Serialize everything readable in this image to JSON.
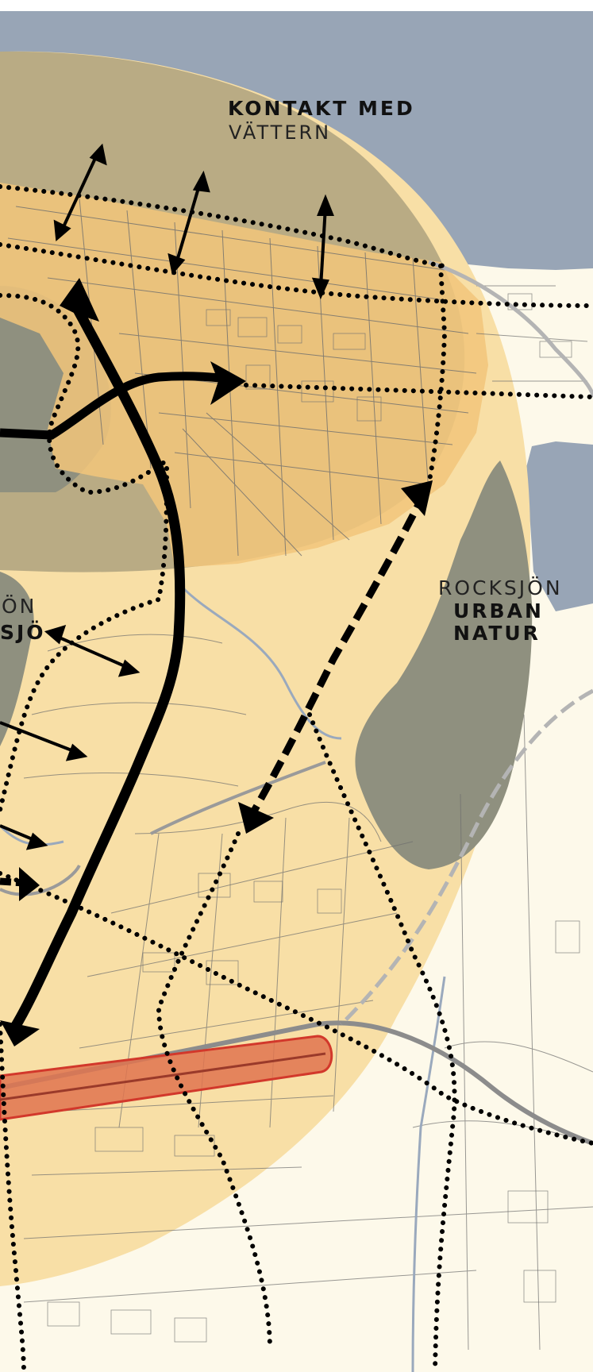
{
  "map": {
    "labels": {
      "kontakt_line1": "KONTAKT MED",
      "kontakt_line2": "VÄTTERN",
      "rocksjon_line1": "ROCKSJÖN",
      "rocksjon_line2": "URBAN",
      "rocksjon_line3": "NATUR",
      "left_partial_line1": "ÖN",
      "left_partial_line2": "SJÖ"
    },
    "colors": {
      "lake": "#98a5b6",
      "land": "#fdf9ea",
      "zone_light": "#f8dfa6",
      "zone_dark_overlay": "#6c6c5a",
      "green_area": "#8f907f",
      "city_fill": "#f2c57a",
      "building_line": "#6e6e6e",
      "route_black": "#000000",
      "rail_grey": "#8c8c8c",
      "station_red": "#e0744f",
      "station_red_stroke": "#d2382b",
      "stream_blue": "#9aa9bd"
    }
  }
}
